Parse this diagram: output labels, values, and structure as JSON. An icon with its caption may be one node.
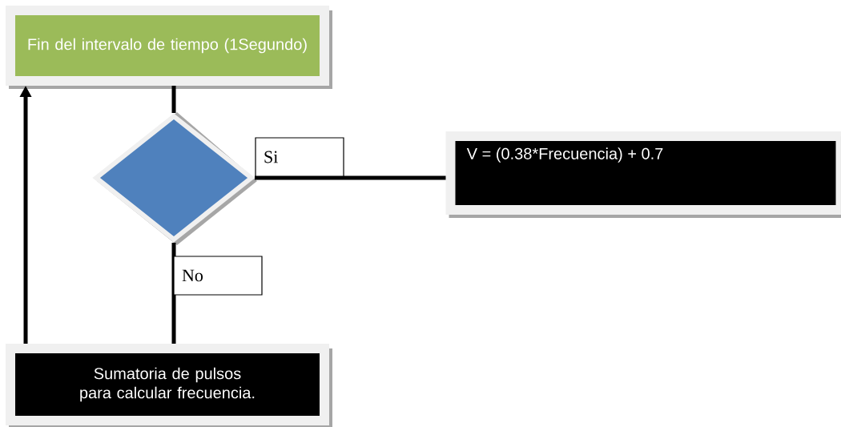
{
  "diagram": {
    "nodes": [
      {
        "text": [
          "Fin del intervalo de tiempo (1Segundo)"
        ]
      },
      {
        "text": [],
        "shape": "diamond"
      },
      {
        "text": [
          "V  =  (0.38*Frecuencia)  + 0.7"
        ]
      },
      {
        "text": [
          "Sumatoria de pulsos para calcular frecuencia."
        ]
      }
    ],
    "edges": [
      {
        "from": 0,
        "to": 1,
        "arrow": "none"
      },
      {
        "from": 1,
        "to": 2,
        "arrow": "none",
        "label": "Si"
      },
      {
        "from": 1,
        "to": 3,
        "arrow": "none",
        "label": "No"
      },
      {
        "from": 3,
        "to": 0,
        "arrow": "to"
      }
    ]
  }
}
